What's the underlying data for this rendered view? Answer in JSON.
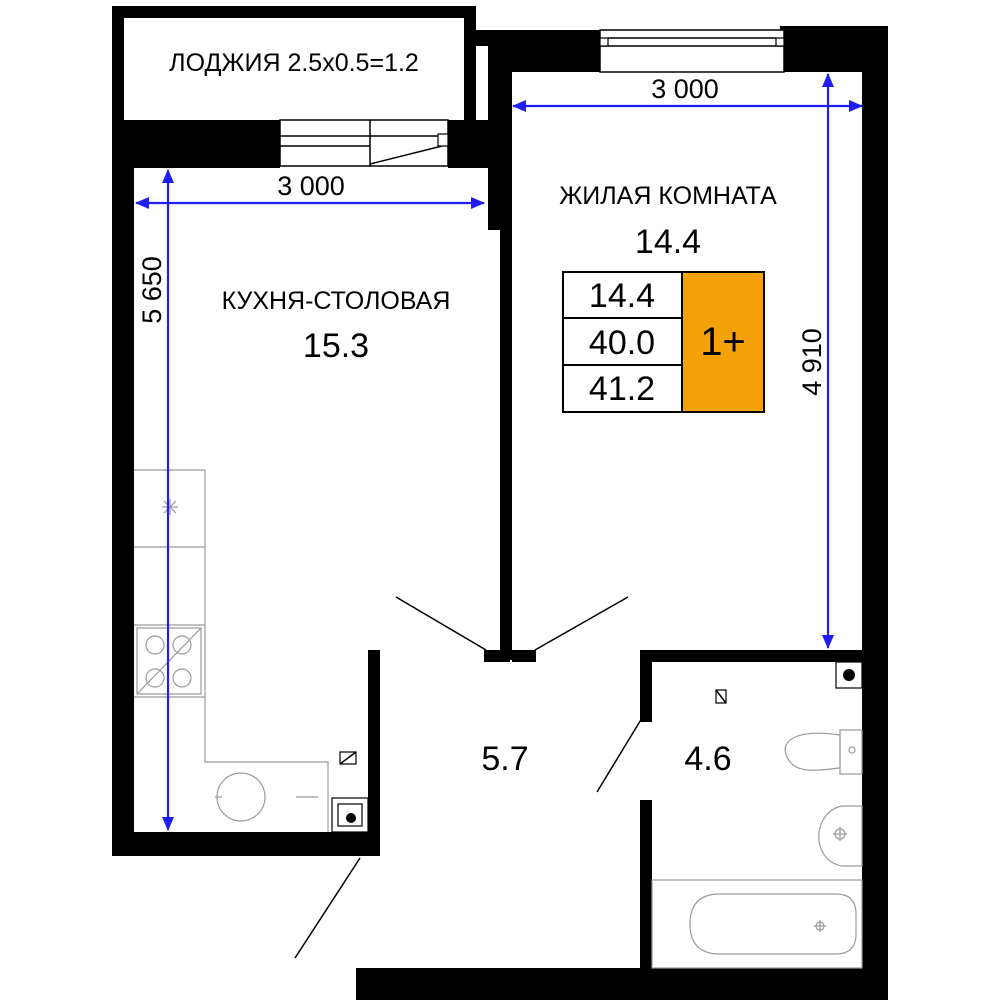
{
  "rooms": {
    "loggia": {
      "label": "ЛОДЖИЯ 2.5x0.5=1.2"
    },
    "living": {
      "name": "ЖИЛАЯ КОМНАТА",
      "area": "14.4"
    },
    "kitchen": {
      "name": "КУХНЯ-СТОЛОВАЯ",
      "area": "15.3"
    },
    "hall": {
      "area": "5.7"
    },
    "bathroom": {
      "area": "4.6"
    }
  },
  "dimensions": {
    "kitchen_width": "3 000",
    "kitchen_length": "5 650",
    "living_width": "3 000",
    "living_length": "4 910"
  },
  "summary": {
    "living_area": "14.4",
    "total_area": "40.0",
    "total_with_loggia": "41.2",
    "rooms_badge": "1+",
    "badge_color": "#f5a20a"
  },
  "colors": {
    "walls": "#000000",
    "dimension_lines": "#1f1ff5"
  }
}
